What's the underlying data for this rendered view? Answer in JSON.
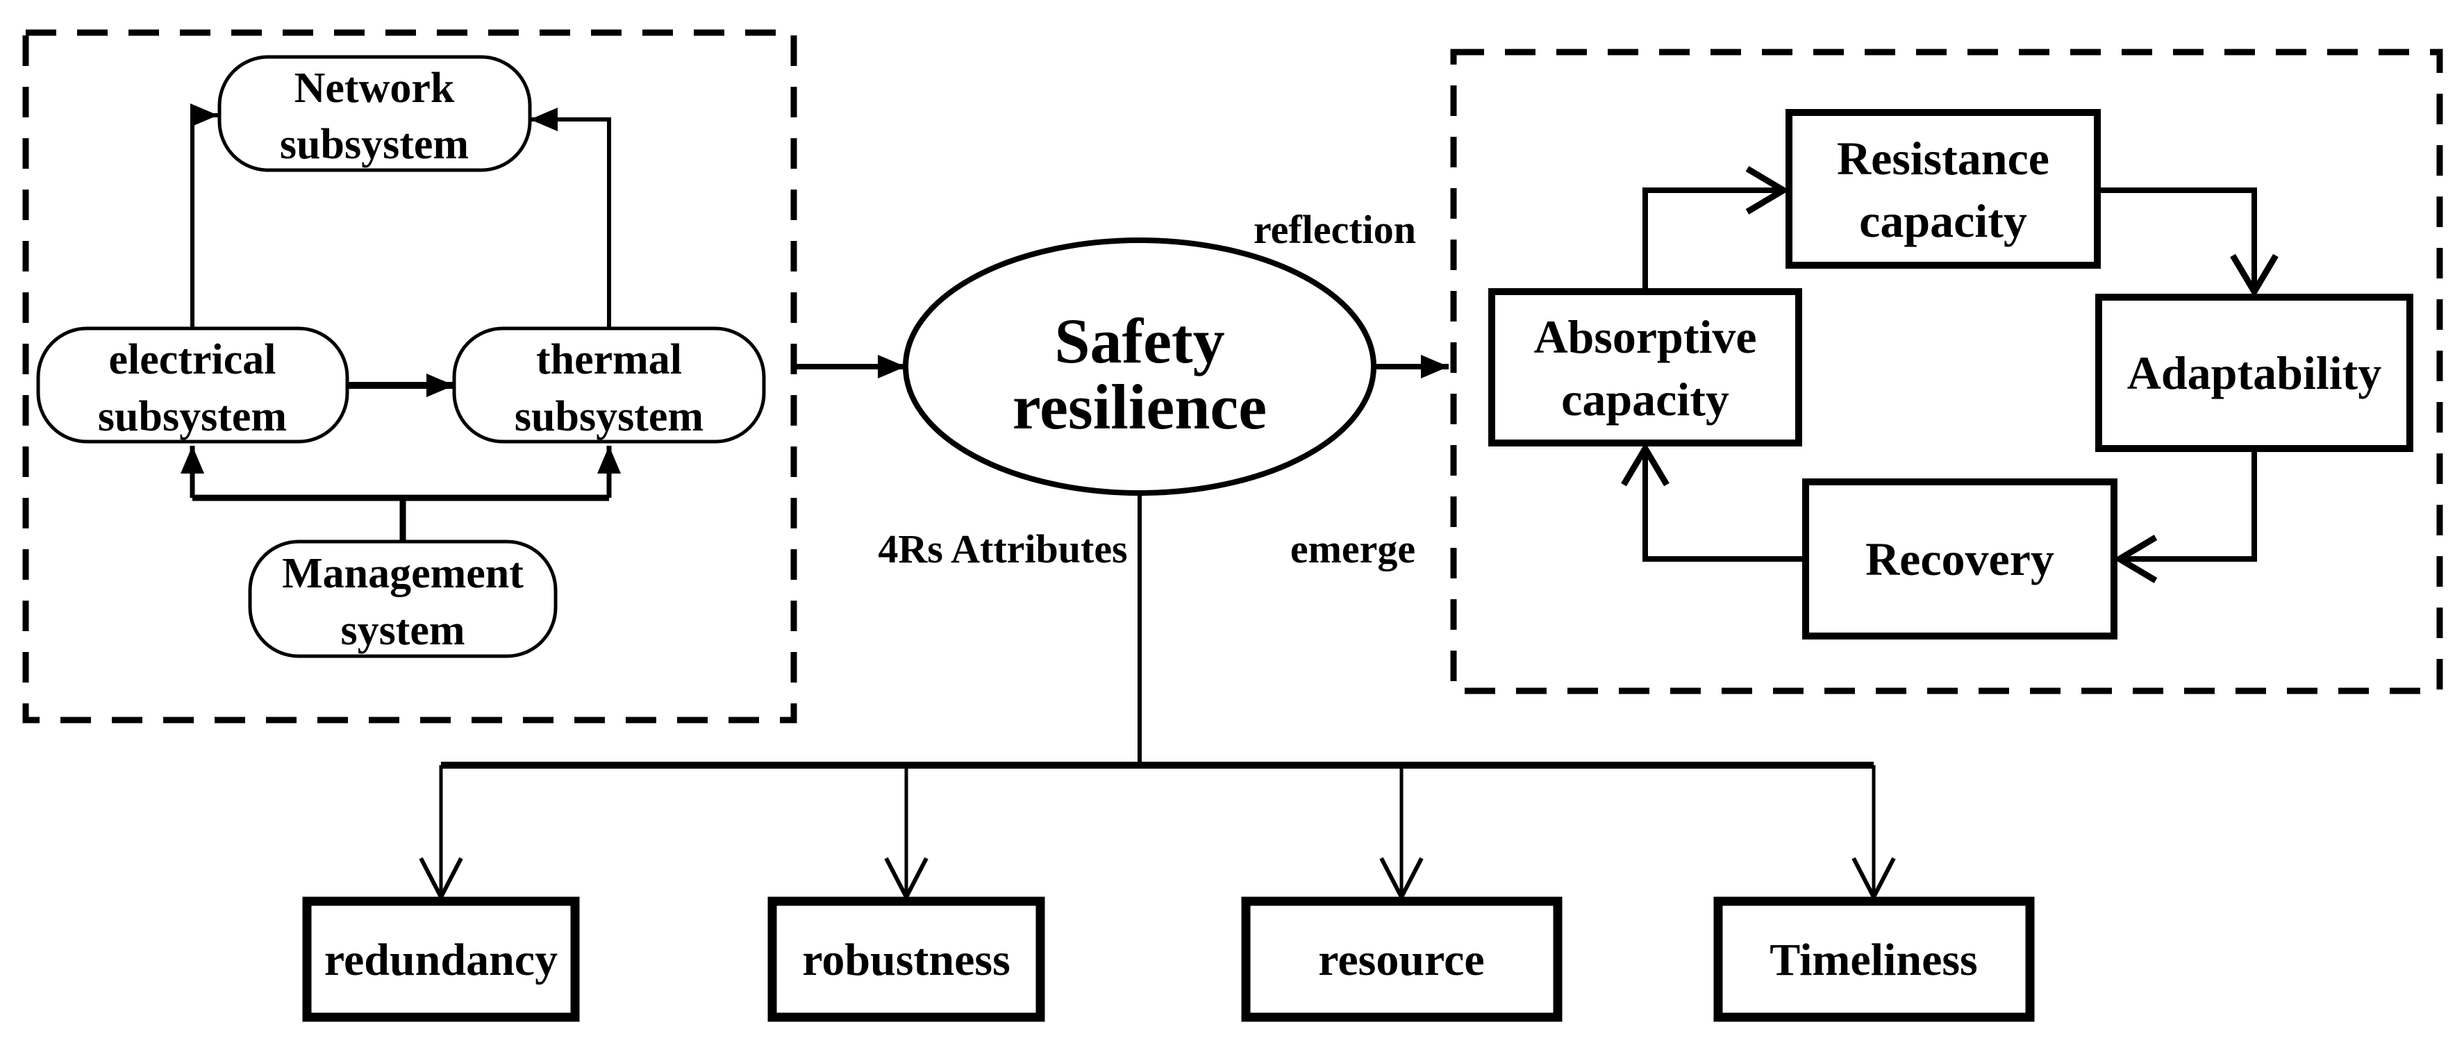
{
  "colors": {
    "ink": "#000000",
    "background": "#ffffff"
  },
  "left_panel": {
    "nodes": {
      "network": {
        "lines": [
          "Network",
          "subsystem"
        ]
      },
      "electrical": {
        "lines": [
          "electrical",
          "subsystem"
        ]
      },
      "thermal": {
        "lines": [
          "thermal",
          "subsystem"
        ]
      },
      "management": {
        "lines": [
          "Management",
          "system"
        ]
      }
    }
  },
  "center": {
    "ellipse": {
      "lines": [
        "Safety",
        "resilience"
      ]
    },
    "labels": {
      "reflection": "reflection",
      "attributes": "4Rs Attributes",
      "emerge": "emerge"
    }
  },
  "right_panel": {
    "nodes": {
      "resistance": {
        "lines": [
          "Resistance",
          "capacity"
        ]
      },
      "adaptability": {
        "lines": [
          "Adaptability"
        ]
      },
      "recovery": {
        "lines": [
          "Recovery"
        ]
      },
      "absorptive": {
        "lines": [
          "Absorptive",
          "capacity"
        ]
      }
    }
  },
  "attributes_row": {
    "items": [
      "redundancy",
      "robustness",
      "resource",
      "Timeliness"
    ]
  }
}
